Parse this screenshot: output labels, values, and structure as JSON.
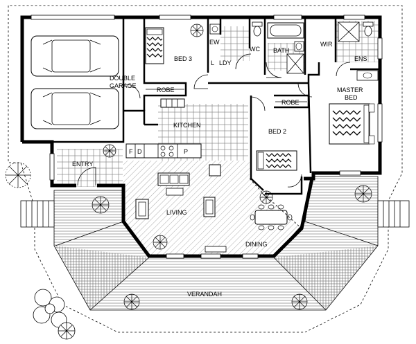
{
  "rooms": {
    "double_garage_line1": "DOUBLE",
    "double_garage_line2": "GARAGE",
    "bed3": "BED 3",
    "robe_bed3": "ROBE",
    "ew": "EW",
    "ldy": "LDY",
    "wc": "WC",
    "bath": "BATH",
    "wir": "WIR",
    "ens": "ENS",
    "master_bed_line1": "MASTER",
    "master_bed_line2": "BED",
    "robe_bed2": "ROBE",
    "kitchen": "KITCHEN",
    "bed2": "BED 2",
    "entry": "ENTRY",
    "living": "LIVING",
    "dining": "DINING",
    "verandah": "VERANDAH"
  },
  "fixtures": {
    "kitchen_f": "F",
    "kitchen_d": "D",
    "kitchen_p": "P",
    "laundry_l": "L"
  }
}
